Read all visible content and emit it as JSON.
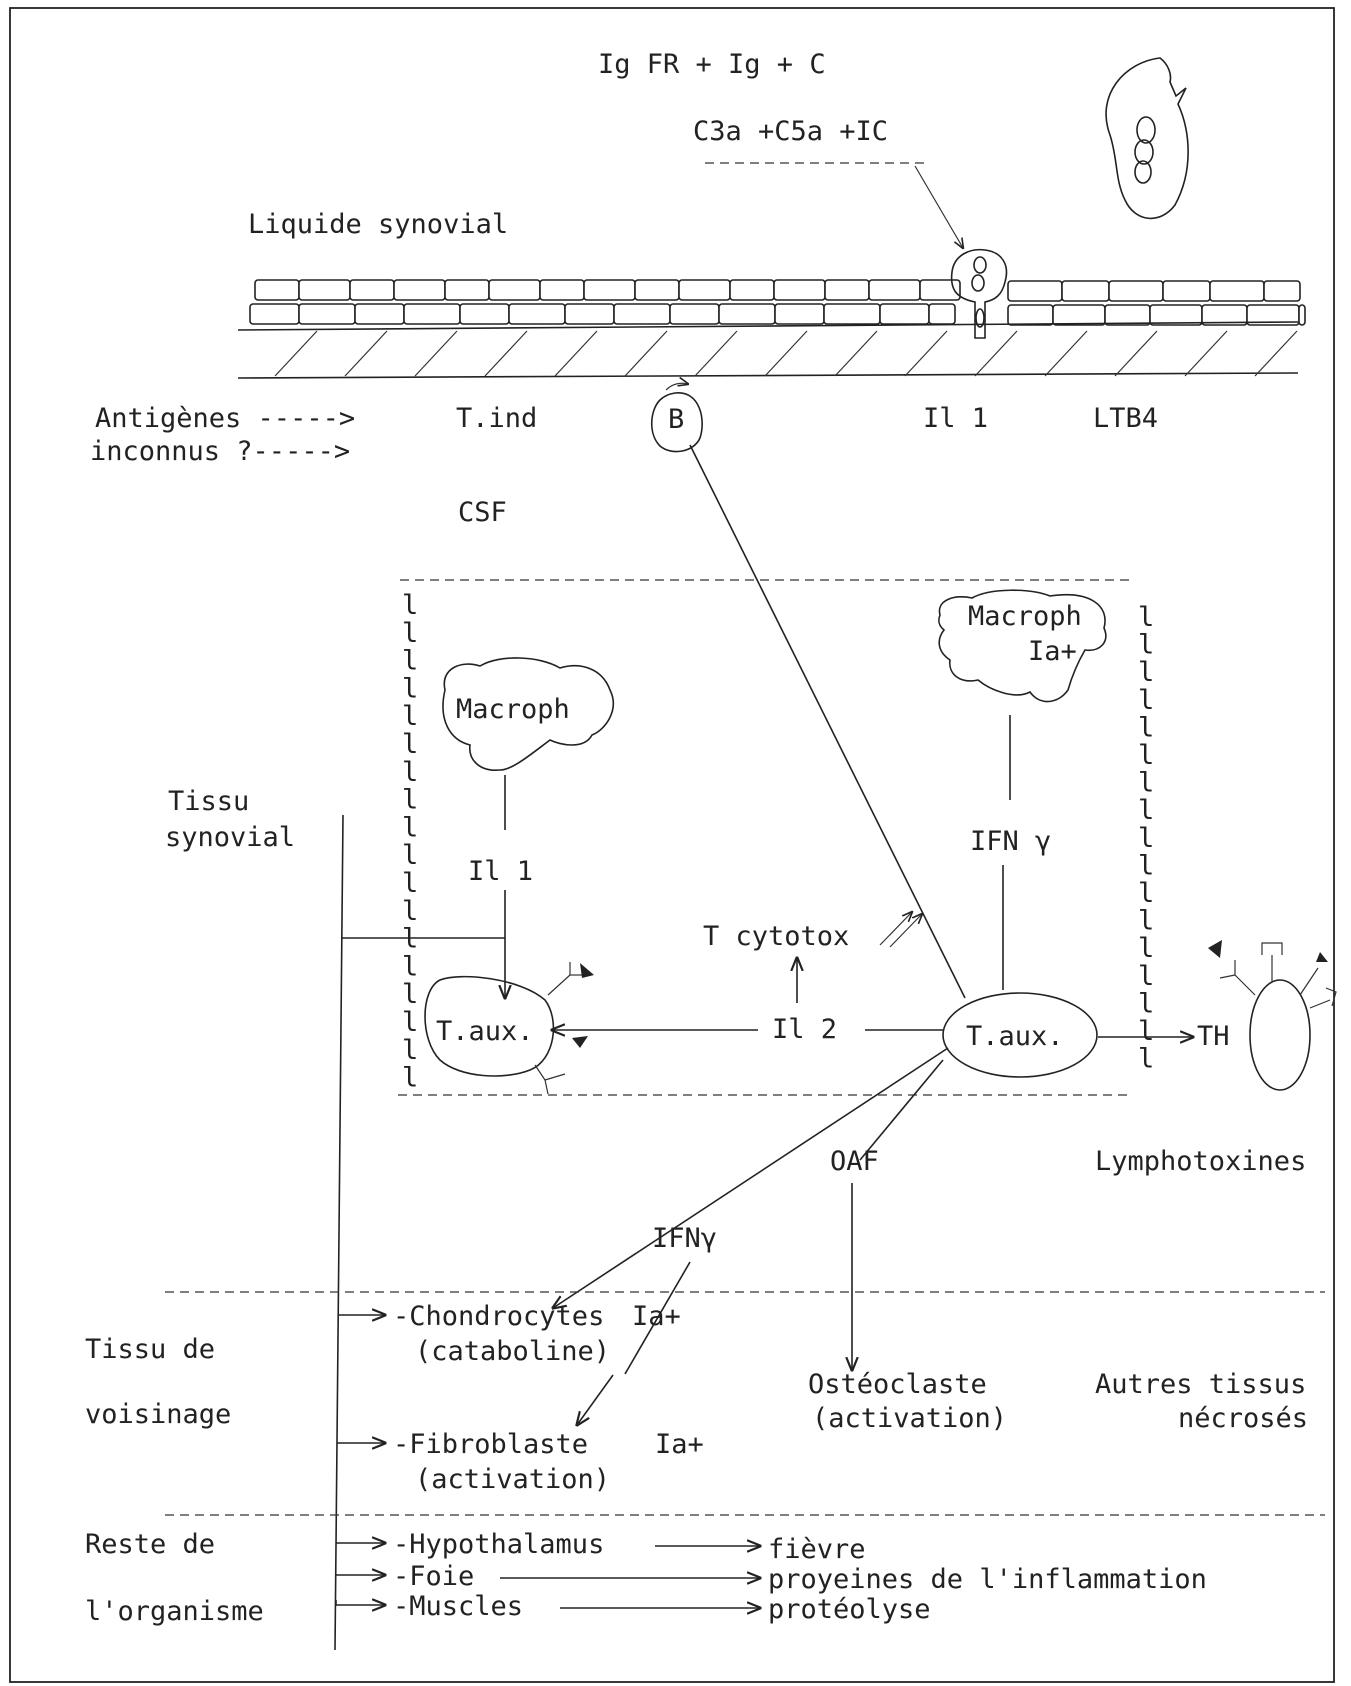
{
  "top": {
    "formula": "Ig FR + Ig + C",
    "complement": "C3a +C5a +IC",
    "synovial_fluid": "Liquide synovial"
  },
  "membrane": {
    "antigens_line1": "Antigènes ----->",
    "antigens_line2": "inconnus ?----->",
    "t_ind": "T.ind",
    "b_cell": "B",
    "il1": "Il 1",
    "ltb4": "LTB4",
    "csf": "CSF"
  },
  "synovial_tissue": {
    "label_line1": "Tissu",
    "label_line2": "synovial",
    "lymph_marker": "l",
    "macroph_left": "Macroph",
    "macroph_right_line1": "Macroph",
    "macroph_right_line2": "Ia+",
    "il1_label": "Il 1",
    "ifn_label": "IFN γ",
    "t_cytotox": "T cytotox",
    "taux_left": "T.aux.",
    "taux_right": "T.aux.",
    "il2": "Il 2",
    "th": "TH"
  },
  "effects": {
    "oaf": "OAF",
    "lymphotoxines": "Lymphotoxines",
    "ifn_g": "IFNγ"
  },
  "neighbor_tissue": {
    "label_line1": "Tissu de",
    "label_line2": "voisinage",
    "chondro": "-Chondrocytes",
    "chondro_ia": "Ia+",
    "cataboline": "(cataboline)",
    "fibro": "-Fibroblaste",
    "fibro_ia": "Ia+",
    "fibro_activation": "(activation)",
    "osteo": "Ostéoclaste",
    "osteo_activation": "(activation)",
    "autres": "Autres tissus",
    "necroses": "nécrosés"
  },
  "organism": {
    "label_line1": "Reste de",
    "label_line2": "l'organisme",
    "hypothalamus": "-Hypothalamus",
    "fievre": "fièvre",
    "foie": "-Foie",
    "proteines": "proyeines de l'inflammation",
    "muscles": "-Muscles",
    "proteolyse": "protéolyse"
  }
}
